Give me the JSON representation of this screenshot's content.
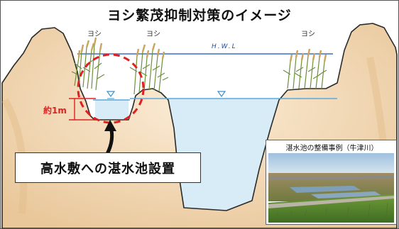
{
  "diagram": {
    "title": "ヨシ繁茂抑制対策のイメージ",
    "reed_labels": [
      "ヨシ",
      "ヨシ",
      "ヨシ"
    ],
    "hwl_label": "H.W.L",
    "depth_label": "約1m",
    "callout_text": "高水敷への湛水池設置",
    "photo_caption": "湛水池の整備事例（牛津川）"
  },
  "colors": {
    "earth_fill": "#f3d9b4",
    "earth_shadow": "#e6be8e",
    "water": "#d8ecf7",
    "water_line": "#5aa9dc",
    "hwl_line": "#3a6fc4",
    "dashed_circle": "#e02020",
    "depth_marker": "#e02020"
  }
}
